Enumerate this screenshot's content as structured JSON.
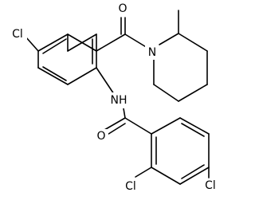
{
  "molecule": {
    "atom_labels": {
      "o_amide_carbonyl": "O",
      "n_piperidine": "N",
      "cl_top_ring": "Cl",
      "n_amide": "NH",
      "o_benzamide": "O",
      "cl_ortho": "Cl",
      "cl_para": "Cl"
    }
  }
}
